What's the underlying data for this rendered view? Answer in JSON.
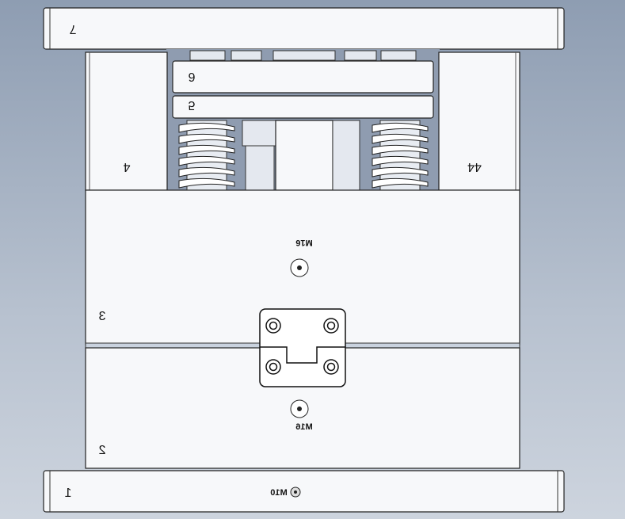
{
  "parts": {
    "top_clamp_plate": "7",
    "ejector_plate_upper": "6",
    "ejector_plate_lower": "5",
    "spacer_left": "4",
    "spacer_right": "44",
    "plate_a": "3",
    "plate_b": "2",
    "bottom_clamp_plate": "1"
  },
  "threads": {
    "top_eyebolt": "M16",
    "bottom_eyebolt": "M16",
    "clamp_eyebolt": "M10"
  },
  "colors": {
    "background_top": "#8e9db2",
    "background_bottom": "#cdd4de",
    "part_fill": "#f7f8fa"
  }
}
